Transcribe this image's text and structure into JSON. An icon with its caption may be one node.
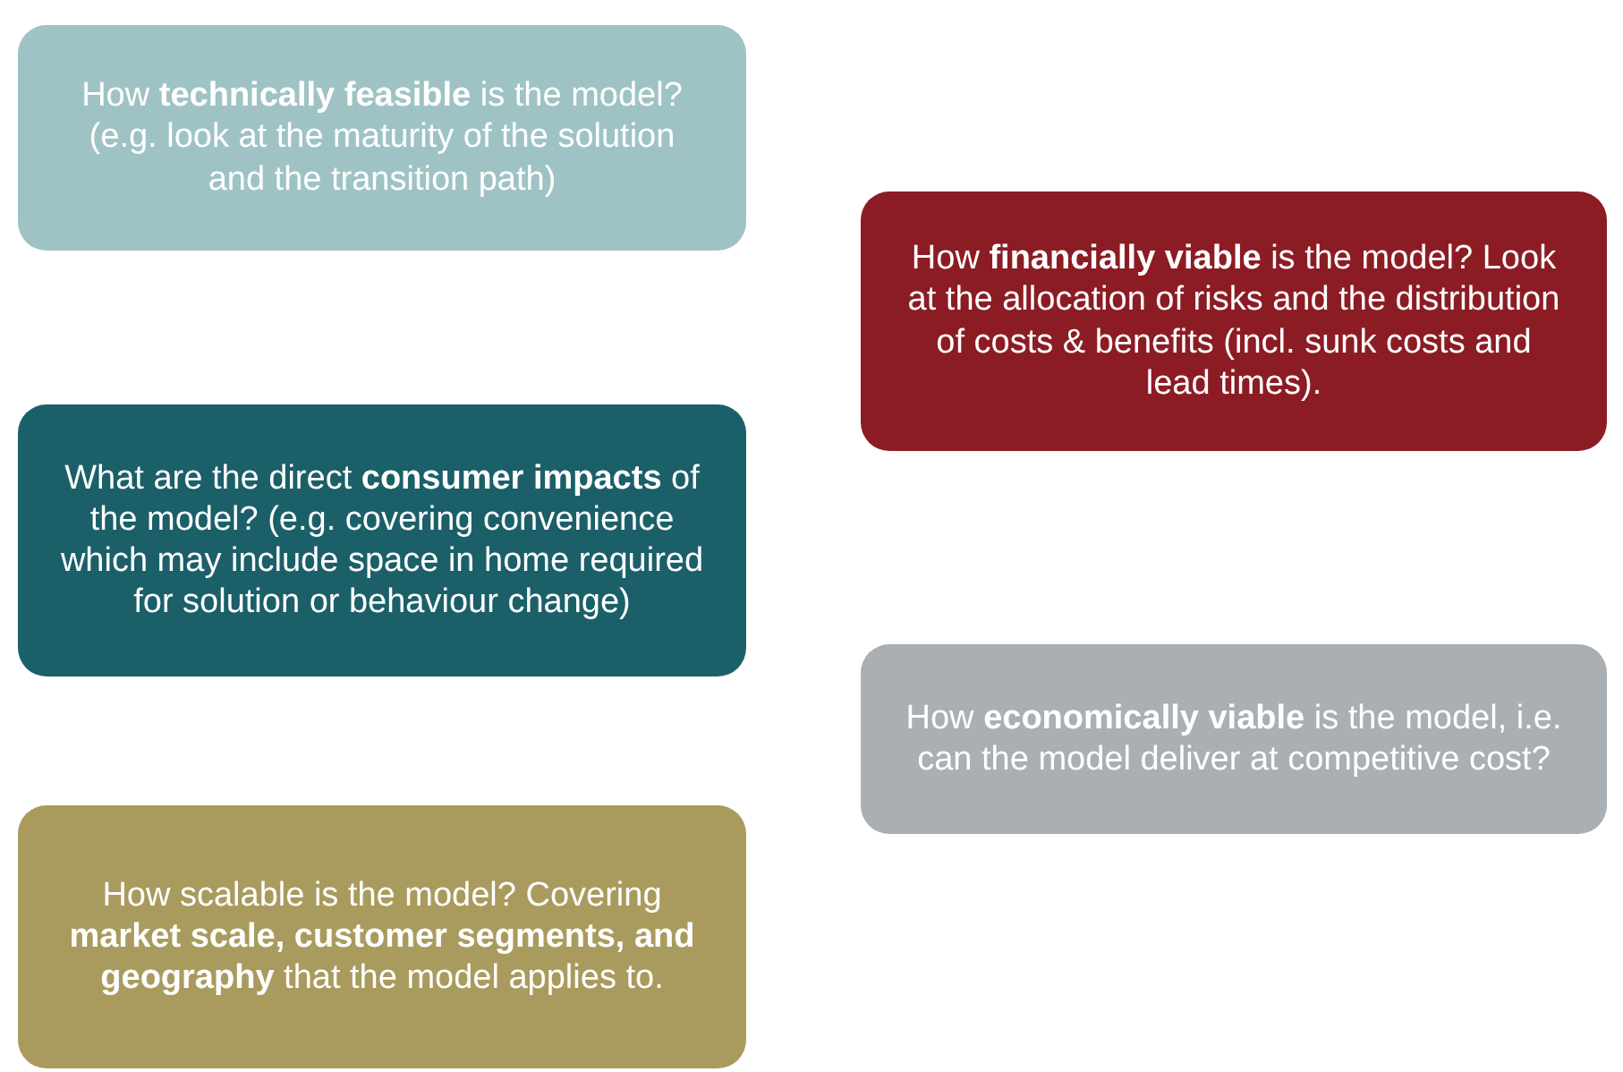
{
  "diagram": {
    "nodes": [
      {
        "text": [
          "How **technically feasible** is the model? (e.g. look at the maturity of the solution and the transition path)"
        ]
      },
      {
        "text": [
          "How **financially viable** is the model? Look at the allocation of risks and the distribution of costs & benefits (incl. sunk costs and lead times)."
        ]
      },
      {
        "text": [
          "What are the direct **consumer impacts** of the model? (e.g. covering convenience which may include space in home required for solution or behaviour change)"
        ]
      },
      {
        "text": [
          "How **economically viable** is the model, i.e. can the model deliver at competitive cost?"
        ]
      },
      {
        "text": [
          "How scalable is the model? Covering **market scale, customer segments, and geography** that the model applies to."
        ]
      }
    ]
  }
}
